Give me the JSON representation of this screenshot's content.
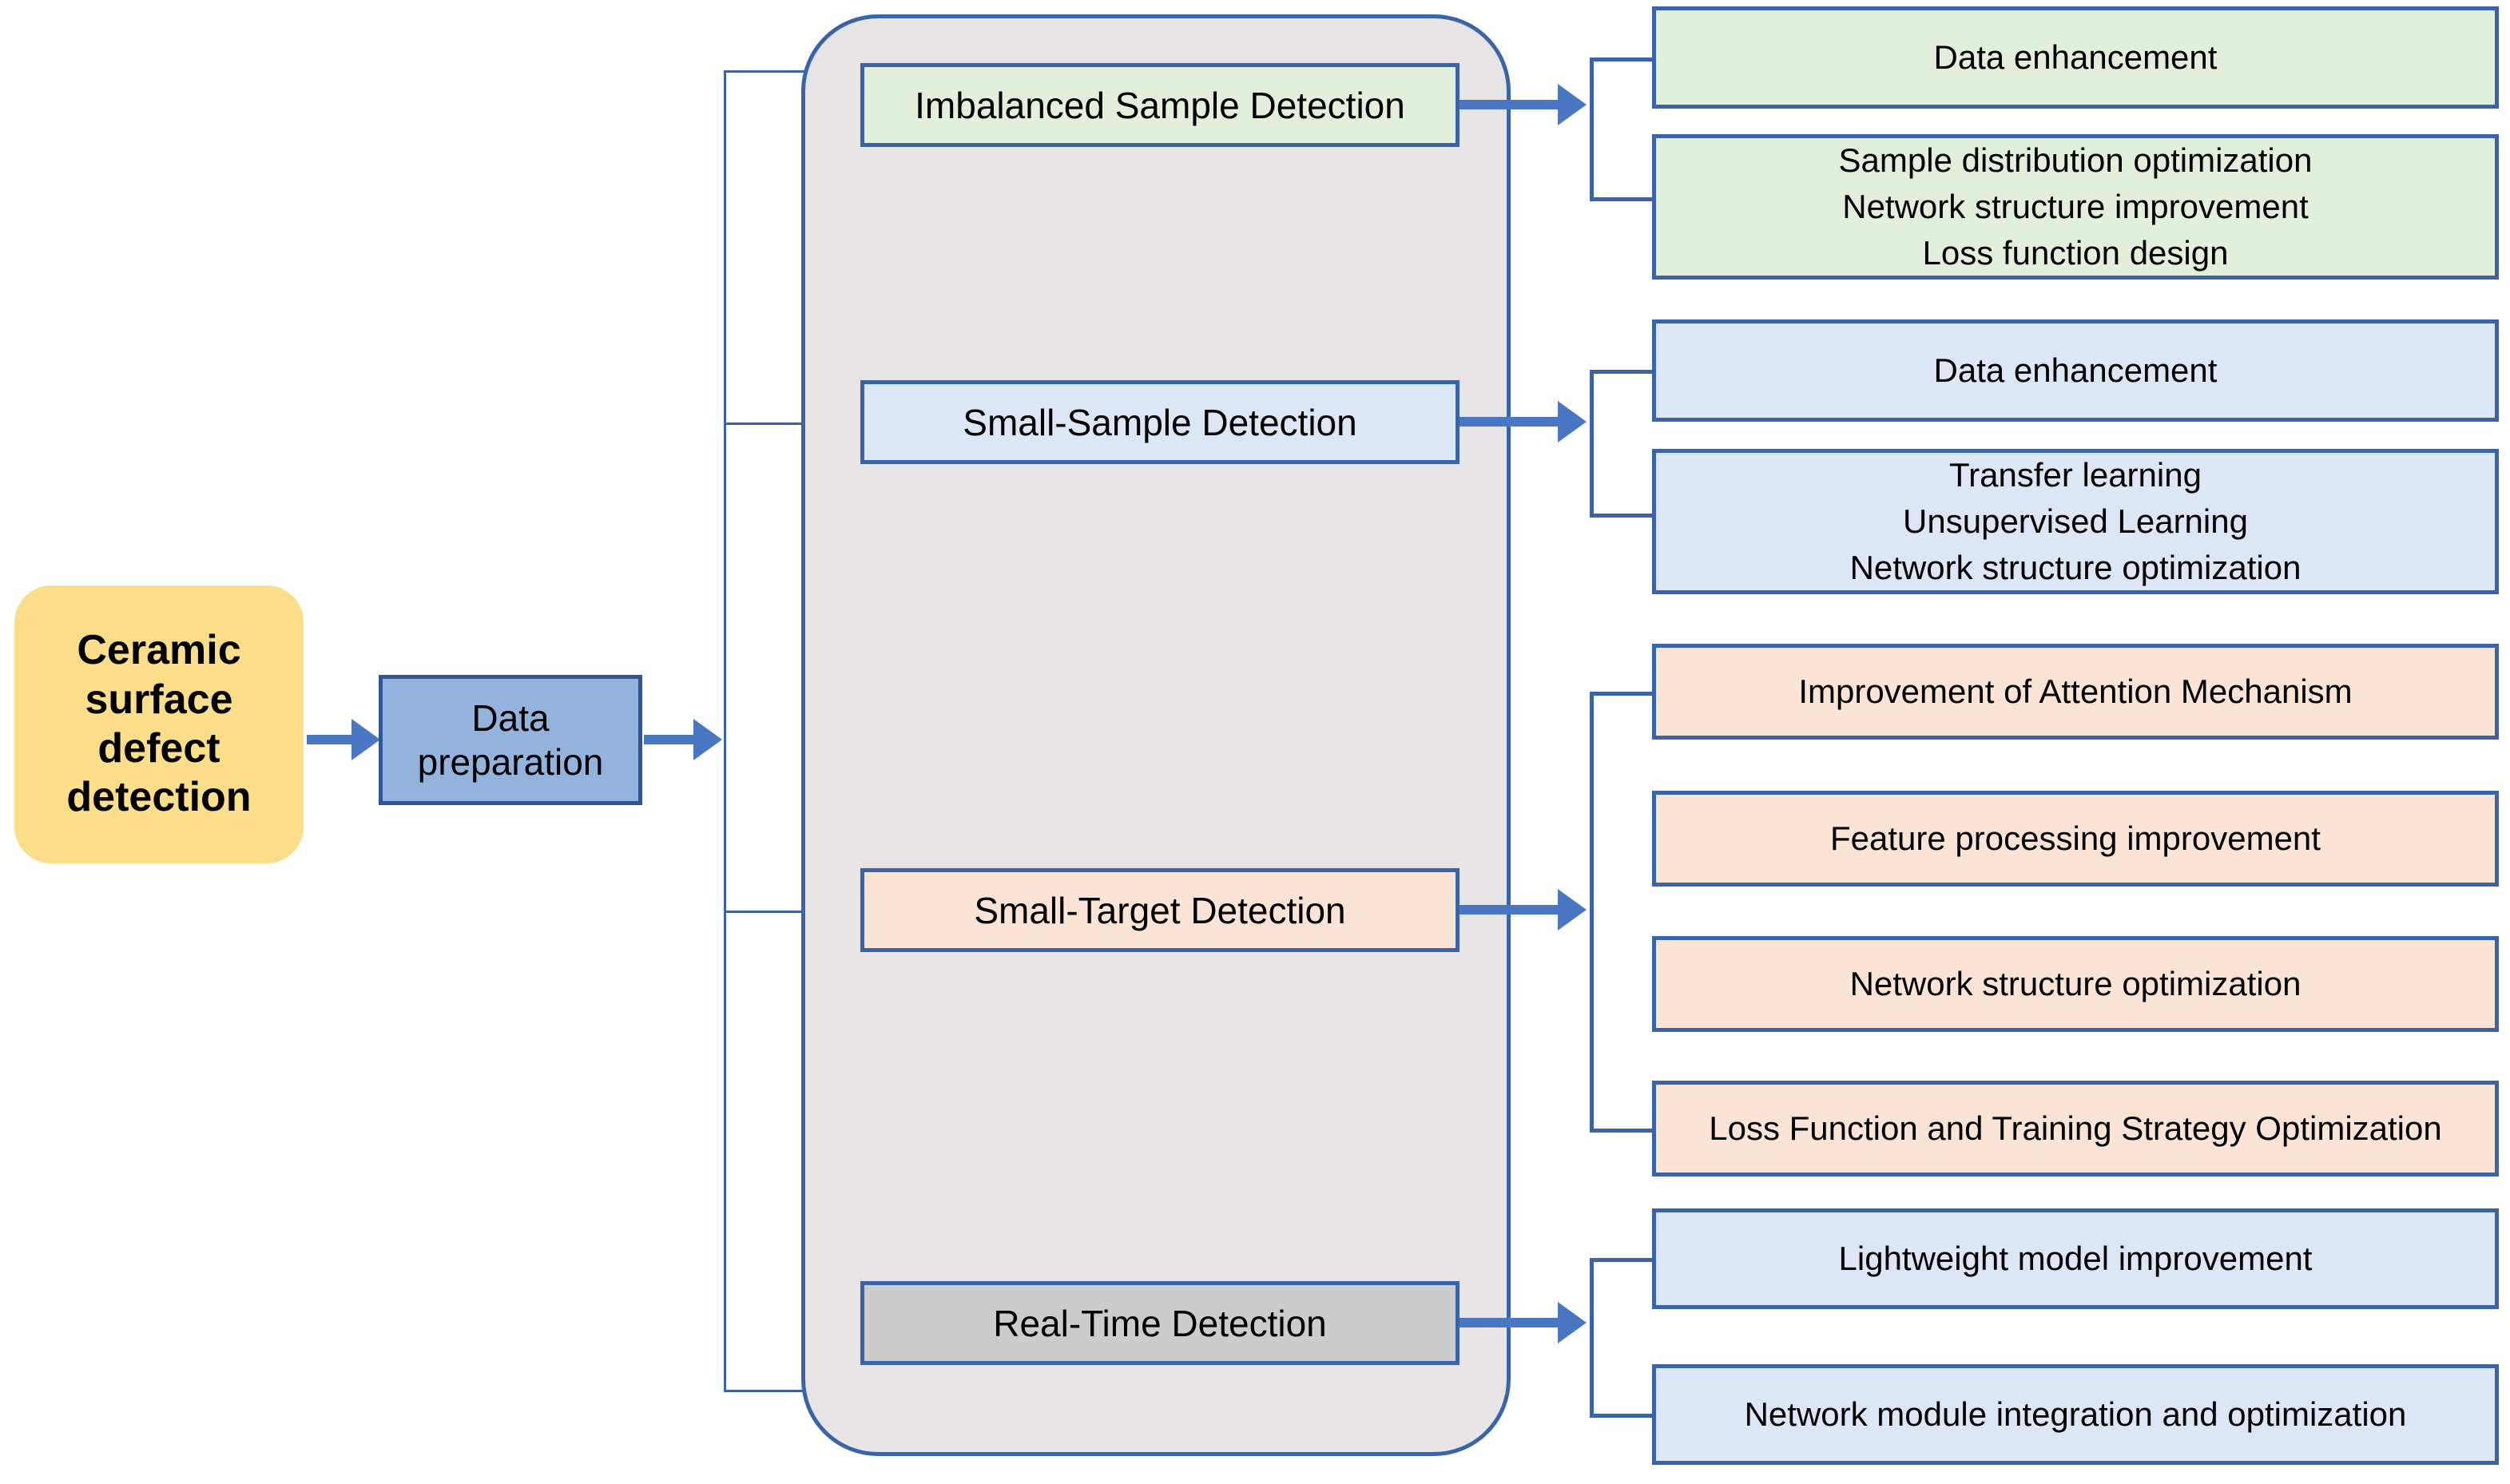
{
  "diagram": {
    "title": "Ceramic surface defect detection taxonomy",
    "root": {
      "label": "Ceramic\nsurface\ndefect\ndetection",
      "color": "#FCDE8A"
    },
    "stage": {
      "label": "Data\npreparation",
      "color": "#93B3DD"
    },
    "group_container": {
      "color": "#E6E4E4",
      "border": "#3A63A8"
    },
    "categories": [
      {
        "label": "Imbalanced Sample Detection",
        "color": "#E2EFDA"
      },
      {
        "label": "Small-Sample Detection",
        "color": "#DCE6F5"
      },
      {
        "label": "Small-Target Detection",
        "color": "#FBE3D5"
      },
      {
        "label": "Real-Time Detection",
        "color": "#CCCCCC"
      }
    ],
    "methods": {
      "imbalanced": [
        {
          "label": "Data enhancement",
          "color": "#E2EFDA"
        },
        {
          "label": "Sample distribution optimization\nNetwork structure improvement\nLoss function design",
          "color": "#E2EFDA"
        }
      ],
      "small_sample": [
        {
          "label": "Data enhancement",
          "color": "#DCE6F5"
        },
        {
          "label": "Transfer learning\nUnsupervised Learning\nNetwork structure optimization",
          "color": "#DCE6F5"
        }
      ],
      "small_target": [
        {
          "label": "Improvement of Attention Mechanism",
          "color": "#FBE3D5"
        },
        {
          "label": "Feature processing improvement",
          "color": "#FBE3D5"
        },
        {
          "label": "Network structure optimization",
          "color": "#FBE3D5"
        },
        {
          "label": "Loss Function and Training Strategy Optimization",
          "color": "#FBE3D5"
        }
      ],
      "real_time": [
        {
          "label": "Lightweight model improvement",
          "color": "#DCE6F5"
        },
        {
          "label": "Network module integration and optimization",
          "color": "#DCE6F5"
        }
      ]
    },
    "colors": {
      "connector": "#3A63A8",
      "arrow": "#4A77C4",
      "text": "#000000",
      "background": "#FFFFFF"
    }
  }
}
